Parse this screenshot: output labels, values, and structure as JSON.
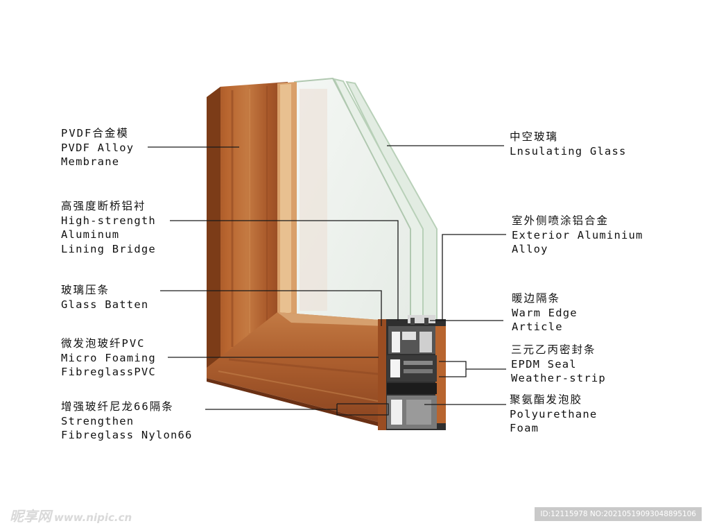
{
  "left_labels": [
    {
      "name": "pvdf-membrane",
      "zh": "PVDF合金模",
      "en": [
        "PVDF Alloy",
        "Membrane"
      ]
    },
    {
      "name": "aluminum-lining-bridge",
      "zh": "高强度断桥铝衬",
      "en": [
        "High-strength",
        "Aluminum",
        "Lining Bridge"
      ]
    },
    {
      "name": "glass-batten",
      "zh": "玻璃压条",
      "en": [
        "Glass Batten"
      ]
    },
    {
      "name": "micro-foaming-pvc",
      "zh": "微发泡玻纤PVC",
      "en": [
        "Micro Foaming",
        "FibreglassPVC"
      ]
    },
    {
      "name": "fibreglass-nylon66",
      "zh": "增强玻纤尼龙66隔条",
      "en": [
        "Strengthen",
        "Fibreglass Nylon66"
      ]
    }
  ],
  "right_labels": [
    {
      "name": "insulating-glass",
      "zh": "中空玻璃",
      "en": [
        "Lnsulating Glass"
      ]
    },
    {
      "name": "exterior-aluminium",
      "zh": "室外侧喷涂铝合金",
      "en": [
        "Exterior Aluminium",
        "Alloy"
      ]
    },
    {
      "name": "warm-edge",
      "zh": "暖边隔条",
      "en": [
        "Warm Edge",
        "Article"
      ]
    },
    {
      "name": "epdm-seal",
      "zh": "三元乙丙密封条",
      "en": [
        "EPDM Seal",
        "Weather-strip"
      ]
    },
    {
      "name": "polyurethane-foam",
      "zh": "聚氨酯发泡胶",
      "en": [
        "Polyurethane",
        "Foam"
      ]
    }
  ],
  "watermark": {
    "logo": "昵享网",
    "url": "www.nipic.cn"
  },
  "image_id": "ID:12115978 NO:20210519093048895106",
  "colors": {
    "wood": "#a8582a",
    "wood_dark": "#7a3a18",
    "glass": "#e4efe4",
    "label": "#111111"
  }
}
